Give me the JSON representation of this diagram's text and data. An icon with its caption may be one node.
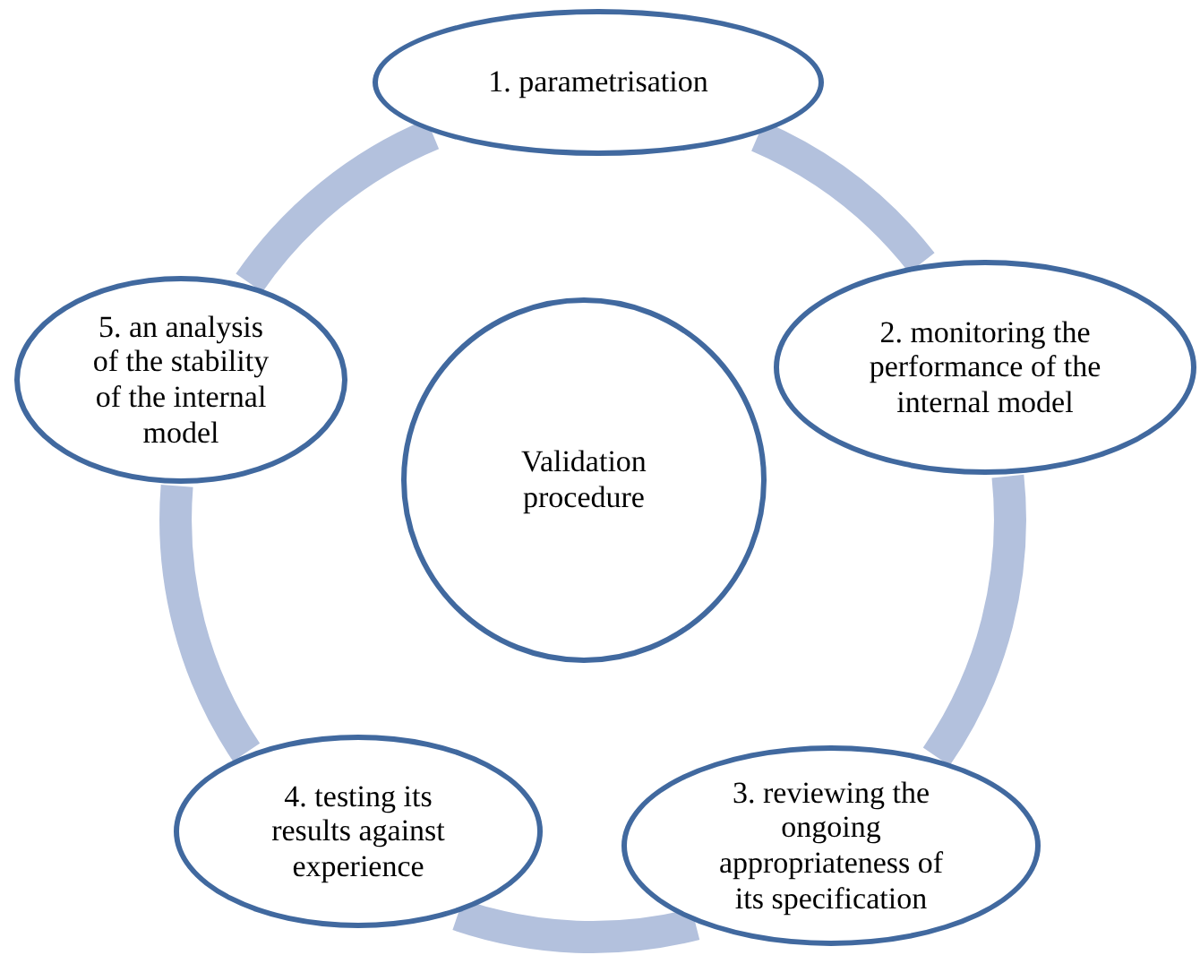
{
  "diagram": {
    "nodes": [
      {
        "text": [
          "1. parametrisation"
        ]
      },
      {
        "text": [
          "2. monitoring the performance of the internal model"
        ]
      },
      {
        "text": [
          "3. reviewing the ongoing appropriateness of its specification"
        ]
      },
      {
        "text": [
          "4. testing its results against experience"
        ]
      },
      {
        "text": [
          "5. an analysis of the stability of the internal model"
        ]
      },
      {
        "text": [
          "Validation procedure"
        ]
      }
    ],
    "edges": [
      {
        "from": 0,
        "to": 1,
        "arrow": "none"
      },
      {
        "from": 1,
        "to": 2,
        "arrow": "none"
      },
      {
        "from": 2,
        "to": 3,
        "arrow": "none"
      },
      {
        "from": 3,
        "to": 4,
        "arrow": "none"
      },
      {
        "from": 4,
        "to": 0,
        "arrow": "none"
      }
    ]
  }
}
